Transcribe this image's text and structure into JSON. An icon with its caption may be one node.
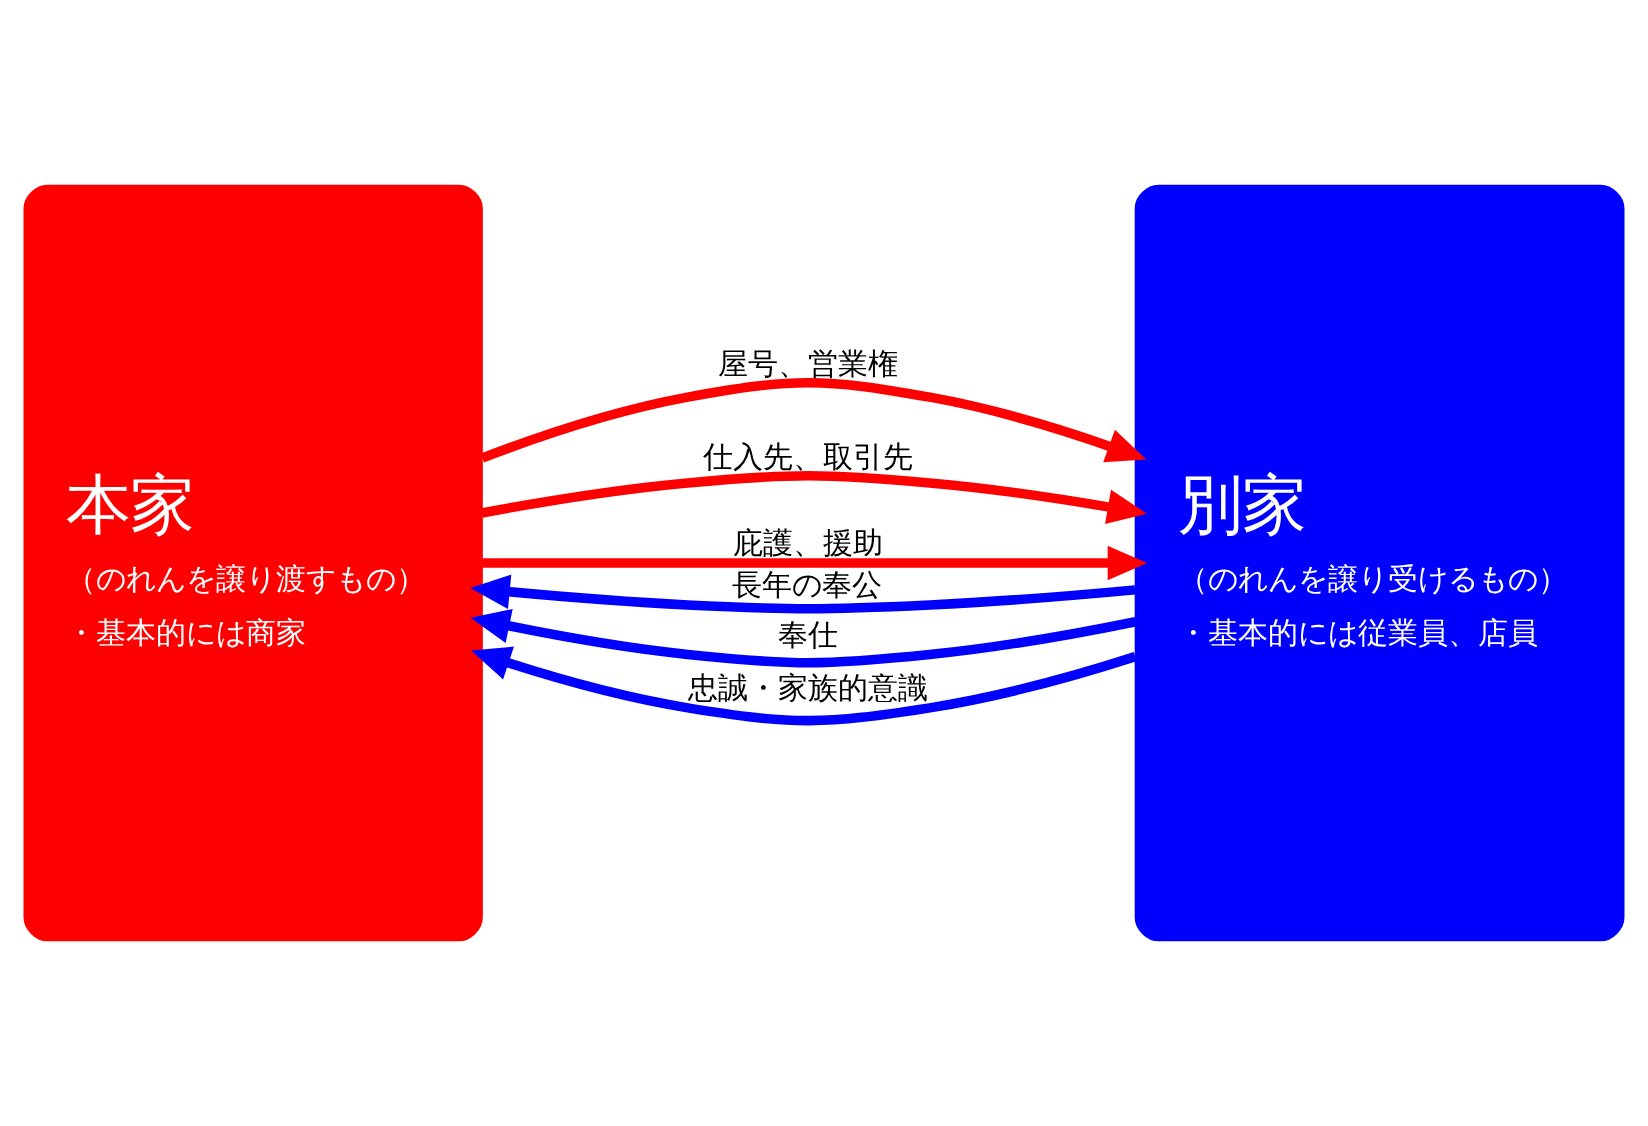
{
  "diagram": {
    "nodes": [
      {
        "text": [
          "本家",
          "（のれんを譲り渡すもの）",
          "・基本的には商家"
        ]
      },
      {
        "text": [
          "別家",
          "（のれんを譲り受けるもの）",
          "・基本的には従業員、店員"
        ]
      }
    ],
    "edges": [
      {
        "from": 1,
        "to": 0,
        "arrow": "to",
        "label": "長年の奉公",
        "color": "#0000ff"
      },
      {
        "from": 0,
        "to": 1,
        "arrow": "to",
        "label": "屋号、営業権",
        "color": "#ff0000"
      },
      {
        "from": 0,
        "to": 1,
        "arrow": "to",
        "label": "仕入先、取引先",
        "color": "#ff0000"
      },
      {
        "from": 1,
        "to": 0,
        "arrow": "to",
        "label": "奉仕",
        "color": "#0000ff"
      },
      {
        "from": 0,
        "to": 1,
        "arrow": "to",
        "label": "庇護、援助",
        "color": "#ff0000"
      },
      {
        "from": 1,
        "to": 0,
        "arrow": "to",
        "label": "忠誠・家族的意識",
        "color": "#0000ff"
      }
    ]
  }
}
